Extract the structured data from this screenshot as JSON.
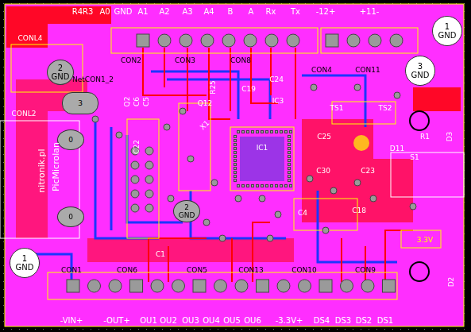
{
  "diagram": {
    "nodes": [
      {
        "text": [
          "1 GND"
        ]
      },
      {
        "text": [
          "2 GND"
        ]
      },
      {
        "text": [
          "3"
        ]
      },
      {
        "text": [
          "3 GND"
        ]
      },
      {
        "text": [
          "0"
        ]
      },
      {
        "text": [
          "2 GND"
        ]
      },
      {
        "text": [
          "0"
        ]
      },
      {
        "text": [
          "1 GND"
        ]
      }
    ],
    "labels": [
      "R4R3",
      "A0",
      "GND",
      "A1",
      "A2",
      "A3",
      "A4",
      "B",
      "A",
      "Rx",
      "Tx",
      "-12+",
      "+11-",
      "CONL4",
      "NetCON1_2",
      "CON2",
      "CON3",
      "CON8",
      "CON4",
      "CON11",
      "CONL2",
      "Q2",
      "C6",
      "C5",
      "Q12",
      "R25",
      "C19",
      "C24",
      "IC3",
      "X1",
      "C22",
      "IC1",
      "C25",
      "C30",
      "C23",
      "C18",
      "C4",
      "C1",
      "TS1",
      "TS2",
      "R1",
      "D3",
      "D11",
      "S1",
      "D2",
      "3.3V",
      "PicMicrolan",
      "nitronik.pl",
      "CON1",
      "CON6",
      "CON5",
      "CON13",
      "CON10",
      "CON9",
      "-VIN+",
      "-OUT+",
      "OU1",
      "OU2",
      "OU3",
      "OU4",
      "OU5",
      "OU6",
      "-3.3V+",
      "DS4",
      "DS3",
      "DS2",
      "DS1"
    ]
  }
}
